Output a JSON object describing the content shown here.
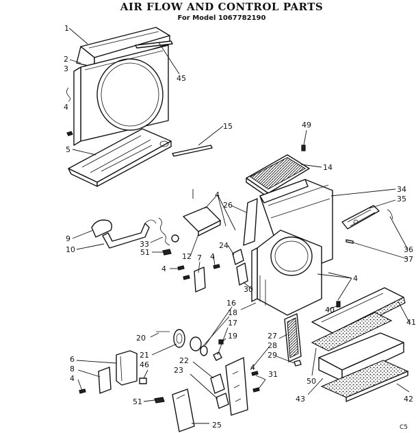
{
  "header": {
    "title": "AIR FLOW AND CONTROL PARTS",
    "subtitle": "For Model 1067782190"
  },
  "footer_code": "C5",
  "callouts": [
    "1",
    "2",
    "3",
    "4",
    "5",
    "45",
    "15",
    "49",
    "14",
    "34",
    "35",
    "26",
    "9",
    "33",
    "12",
    "7",
    "24",
    "4",
    "10",
    "51",
    "30",
    "36",
    "37",
    "40",
    "41",
    "16",
    "18",
    "17",
    "20",
    "19",
    "27",
    "28",
    "29",
    "6",
    "8",
    "21",
    "46",
    "22",
    "23",
    "31",
    "50",
    "43",
    "42",
    "51",
    "25",
    "4",
    "4",
    "4",
    "4",
    "4"
  ]
}
